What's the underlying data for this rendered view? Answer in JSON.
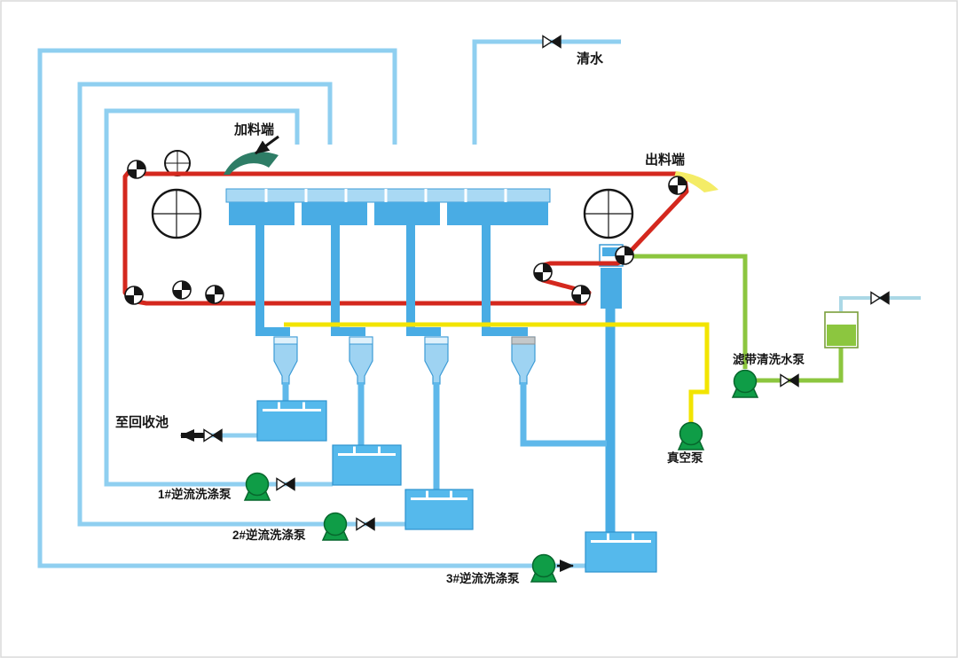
{
  "colors": {
    "water_pipe_light_blue": "#8FCFF0",
    "equipment_blue": "#49ACE4",
    "tank_blue": "#55B9EC",
    "vacuum_line_yellow": "#F2E400",
    "wash_water_green": "#8CC63F",
    "pump_green": "#0F9D47",
    "belt_red": "#D4281E",
    "feed_teal": "#2E7D66",
    "discharge_yellow": "#F4EC66",
    "pale_pipe_blue": "#ABD8E6",
    "separator_cap_gray": "#C4C8CA"
  },
  "labels": {
    "fresh_water": "清水",
    "feed_end": "加料端",
    "discharge_end": "出料端",
    "to_recovery_pool": "至回收池",
    "wash_pump_1": "1#逆流洗涤泵",
    "wash_pump_2": "2#逆流洗涤泵",
    "wash_pump_3": "3#逆流洗涤泵",
    "vacuum_pump": "真空泵",
    "belt_wash_pump": "滤带清洗水泵"
  }
}
